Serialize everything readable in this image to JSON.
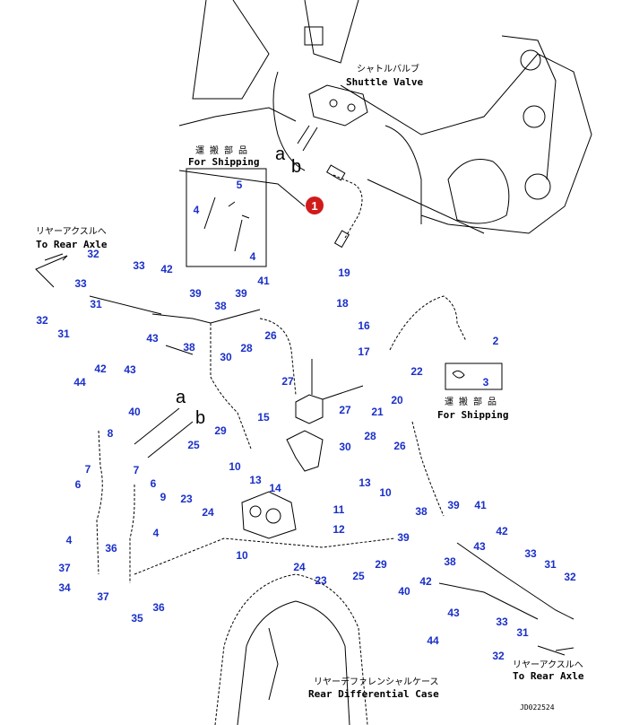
{
  "title_texts": {
    "shuttle_valve_jp": "シャトルバルブ",
    "shuttle_valve_en": "Shuttle Valve",
    "shipping_jp": "運搬部品",
    "shipping_en": "For Shipping",
    "rear_axle_jp": "リヤーアクスルへ",
    "rear_axle_en": "To Rear Axle",
    "diff_case_jp": "リヤーデファレンシャルケース",
    "diff_case_en": "Rear Differential Case",
    "drawing_code": "JD022524"
  },
  "markers": {
    "a": "a",
    "b": "b"
  },
  "highlighted_part": "1",
  "callouts": [
    "4",
    "5",
    "4",
    "19",
    "18",
    "16",
    "17",
    "2",
    "3",
    "22",
    "20",
    "21",
    "27",
    "28",
    "30",
    "26",
    "15",
    "27",
    "30",
    "28",
    "26",
    "41",
    "39",
    "38",
    "39",
    "38",
    "42",
    "43",
    "42",
    "43",
    "44",
    "40",
    "33",
    "32",
    "33",
    "31",
    "32",
    "31",
    "8",
    "7",
    "7",
    "6",
    "6",
    "9",
    "4",
    "4",
    "36",
    "37",
    "34",
    "37",
    "35",
    "36",
    "29",
    "25",
    "10",
    "13",
    "14",
    "23",
    "24",
    "10",
    "11",
    "12",
    "13",
    "10",
    "24",
    "23",
    "25",
    "29",
    "38",
    "39",
    "41",
    "39",
    "38",
    "40",
    "42",
    "43",
    "44",
    "42",
    "43",
    "33",
    "31",
    "32",
    "33",
    "31",
    "32"
  ],
  "colors": {
    "callout": "#1a2fc8",
    "highlight": "#d11a1a"
  }
}
